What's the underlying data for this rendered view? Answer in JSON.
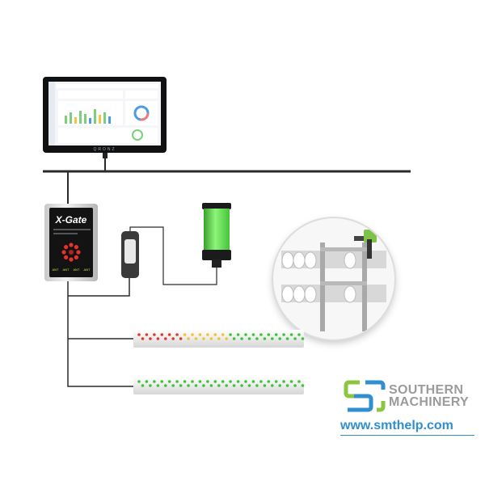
{
  "monitor": {
    "brand": "QRONZ"
  },
  "xgate": {
    "title": "X-Gate",
    "ports": [
      "ANT",
      "ANT",
      "ANT",
      "ANT"
    ]
  },
  "strips": [
    {
      "leds": [
        "#e03a2a",
        "#e03a2a",
        "#e03a2a",
        "#e03a2a",
        "#e03a2a",
        "#e03a2a",
        "#f4c430",
        "#f4c430",
        "#f4c430",
        "#f4c430",
        "#f4c430",
        "#f4c430",
        "#3ec43b",
        "#3ec43b",
        "#3ec43b",
        "#3ec43b",
        "#3ec43b",
        "#3ec43b",
        "#3ec43b",
        "#3ec43b",
        "#3ec43b",
        "#3ec43b"
      ]
    },
    {
      "leds": [
        "#3ec43b",
        "#3ec43b",
        "#3ec43b",
        "#3ec43b",
        "#3ec43b",
        "#3ec43b",
        "#3ec43b",
        "#3ec43b",
        "#3ec43b",
        "#3ec43b",
        "#3ec43b",
        "#3ec43b",
        "#3ec43b",
        "#3ec43b",
        "#3ec43b",
        "#3ec43b",
        "#3ec43b",
        "#3ec43b",
        "#3ec43b",
        "#3ec43b",
        "#3ec43b",
        "#3ec43b"
      ]
    }
  ],
  "logo": {
    "line1": "SOUTHERN",
    "line2": "MACHINERY",
    "website": "www.smthelp.com"
  },
  "colors": {
    "tower_light": "#6fe05a",
    "logo_green": "#8cc63f",
    "logo_blue": "#2f8fd0",
    "website": "#2f8fd0"
  }
}
